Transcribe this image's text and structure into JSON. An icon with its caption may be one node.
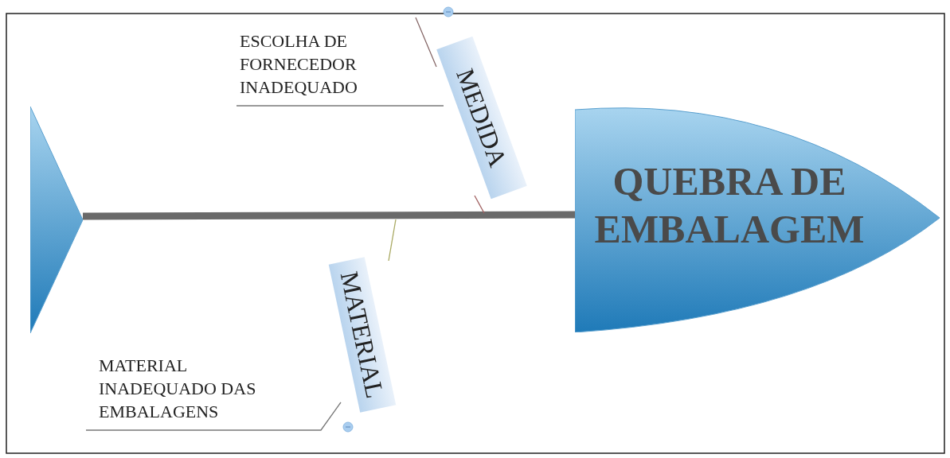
{
  "diagram": {
    "nodes": [
      {
        "text": [],
        "shape": "triangle"
      },
      {
        "text": [
          "QUEBRA DE EMBALAGEM"
        ]
      },
      {
        "text": [
          "MEDIDA"
        ]
      },
      {
        "text": [
          "ESCOLHA DE FORNECEDOR INADEQUADO"
        ]
      },
      {
        "text": [
          "MATERIAL"
        ]
      },
      {
        "text": [
          "MATERIAL INADEQUADO DAS EMBALAGENS"
        ]
      }
    ],
    "edges": [
      {
        "from": 0,
        "to": 1,
        "arrow": "none",
        "style": "thick"
      },
      {
        "from": 2,
        "to": null,
        "arrow": "none",
        "color": "#a06060"
      },
      {
        "from": 3,
        "to": 2,
        "arrow": "none"
      },
      {
        "from": 4,
        "to": null,
        "arrow": "none",
        "color": "#a8a860"
      },
      {
        "from": 5,
        "to": 4,
        "arrow": "none"
      }
    ]
  }
}
